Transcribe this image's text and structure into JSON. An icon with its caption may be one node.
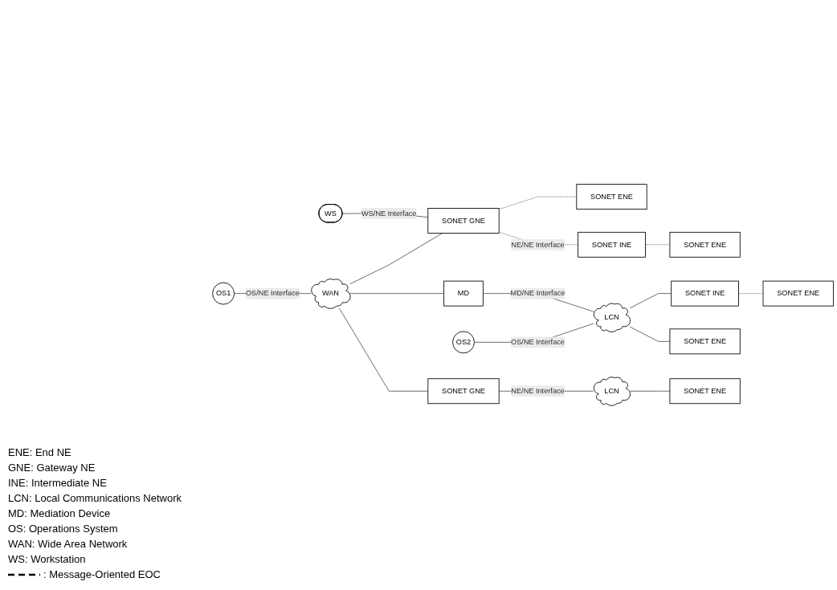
{
  "diagram": {
    "nodes": [
      {
        "text": [
          "WS"
        ]
      },
      {
        "text": [
          "SONET GNE"
        ]
      },
      {
        "text": [
          "SONET ENE"
        ]
      },
      {
        "text": [
          "SONET INE"
        ]
      },
      {
        "text": [
          "SONET ENE"
        ]
      },
      {
        "text": [
          "OS1"
        ]
      },
      {
        "text": [
          "WAN"
        ]
      },
      {
        "text": [
          "OS2"
        ]
      },
      {
        "text": [
          "LCN"
        ]
      },
      {
        "text": [
          "SONET INE"
        ]
      },
      {
        "text": [
          "SONET ENE"
        ]
      },
      {
        "text": [
          "SONET ENE"
        ]
      },
      {
        "text": [
          "MD"
        ]
      },
      {
        "text": [
          "SONET GNE"
        ]
      },
      {
        "text": [
          "LCN"
        ]
      },
      {
        "text": [
          "SONET ENE"
        ]
      }
    ],
    "edges": [
      {
        "from": 0,
        "to": 1,
        "arrow": "none",
        "label": "WS/NE Interface"
      },
      {
        "from": 1,
        "to": 2,
        "arrow": "none",
        "style": "dashed"
      },
      {
        "from": 1,
        "to": 3,
        "arrow": "none",
        "style": "dashed",
        "label": "NE/NE Interface"
      },
      {
        "from": 3,
        "to": 4,
        "arrow": "none",
        "style": "dashed"
      },
      {
        "from": 6,
        "to": 1,
        "arrow": "none"
      },
      {
        "from": 5,
        "to": 6,
        "arrow": "none",
        "label": "OS/NE Interface"
      },
      {
        "from": 6,
        "to": 12,
        "arrow": "none"
      },
      {
        "from": 6,
        "to": 13,
        "arrow": "none"
      },
      {
        "from": 12,
        "to": 8,
        "arrow": "none",
        "label": "MD/NE Interface"
      },
      {
        "from": 7,
        "to": 8,
        "arrow": "none",
        "label": "OS/NE Interface"
      },
      {
        "from": 8,
        "to": 9,
        "arrow": "none"
      },
      {
        "from": 9,
        "to": 10,
        "arrow": "none",
        "style": "dashed"
      },
      {
        "from": 8,
        "to": 11,
        "arrow": "none"
      },
      {
        "from": 13,
        "to": 14,
        "arrow": "none",
        "label": "NE/NE Interface"
      },
      {
        "from": 14,
        "to": 15,
        "arrow": "none"
      }
    ],
    "labels": [
      "ENE: End NE",
      "GNE: Gateway NE",
      "INE: Intermediate NE",
      "LCN: Local Communications Network",
      "MD: Mediation Device",
      "OS: Operations System",
      "WAN: Wide Area Network",
      "WS: Workstation"
    ],
    "legend": [
      {
        "text": ": Message-Oriented EOC"
      }
    ]
  }
}
